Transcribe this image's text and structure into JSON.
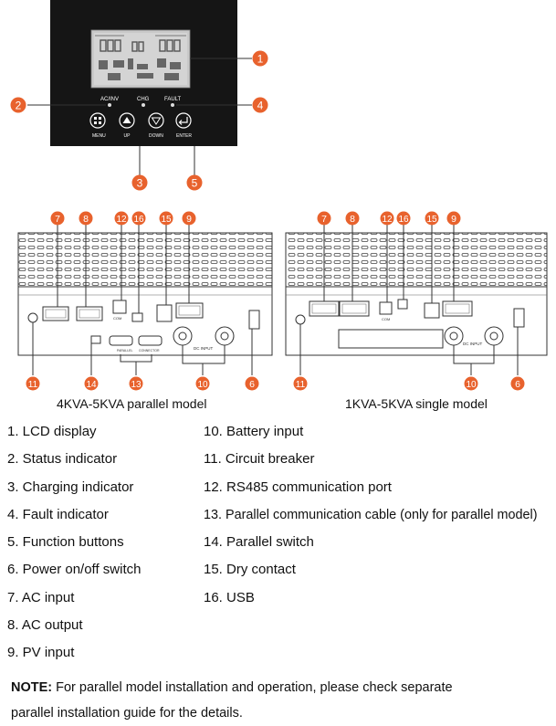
{
  "panel": {
    "indicators": {
      "acinv": "AC/INV",
      "chg": "CHG",
      "fault": "FAULT"
    },
    "buttons": [
      {
        "label": "MENU",
        "icon": "menu-grid-icon"
      },
      {
        "label": "UP",
        "icon": "up-triangle-icon"
      },
      {
        "label": "DOWN",
        "icon": "down-triangle-icon"
      },
      {
        "label": "ENTER",
        "icon": "enter-arrow-icon"
      }
    ],
    "callouts": [
      "1",
      "2",
      "4",
      "3",
      "5"
    ]
  },
  "models": {
    "parallel_caption": "4KVA-5KVA parallel model",
    "single_caption": "1KVA-5KVA single model",
    "parallel_top_callouts": [
      "7",
      "8",
      "12",
      "16",
      "15",
      "9"
    ],
    "parallel_bottom_callouts": [
      "11",
      "14",
      "13",
      "10",
      "6"
    ],
    "single_top_callouts": [
      "7",
      "8",
      "12",
      "16",
      "15",
      "9"
    ],
    "single_bottom_callouts": [
      "11",
      "10",
      "6"
    ],
    "port_labels": {
      "com": "COM",
      "dc_input": "DC INPUT",
      "parallel": "PARALLEL",
      "connector": "CONNECTOR"
    }
  },
  "legend": {
    "left": [
      "1. LCD display",
      "2. Status indicator",
      "3. Charging indicator",
      "4. Fault indicator",
      "5. Function buttons",
      "6. Power on/off switch",
      "7. AC input",
      "8. AC output",
      "9. PV input"
    ],
    "right": [
      "10. Battery input",
      "11. Circuit breaker",
      "12. RS485 communication port",
      "13. Parallel communication cable (only for parallel model)",
      "14. Parallel switch",
      "15. Dry contact",
      "16. USB"
    ]
  },
  "note": {
    "label": "NOTE:",
    "line1": " For parallel model installation and operation, please check separate",
    "line2": "parallel installation guide for the details."
  },
  "colors": {
    "callout": "#e8622d",
    "panel": "#151515",
    "line": "#333333"
  }
}
